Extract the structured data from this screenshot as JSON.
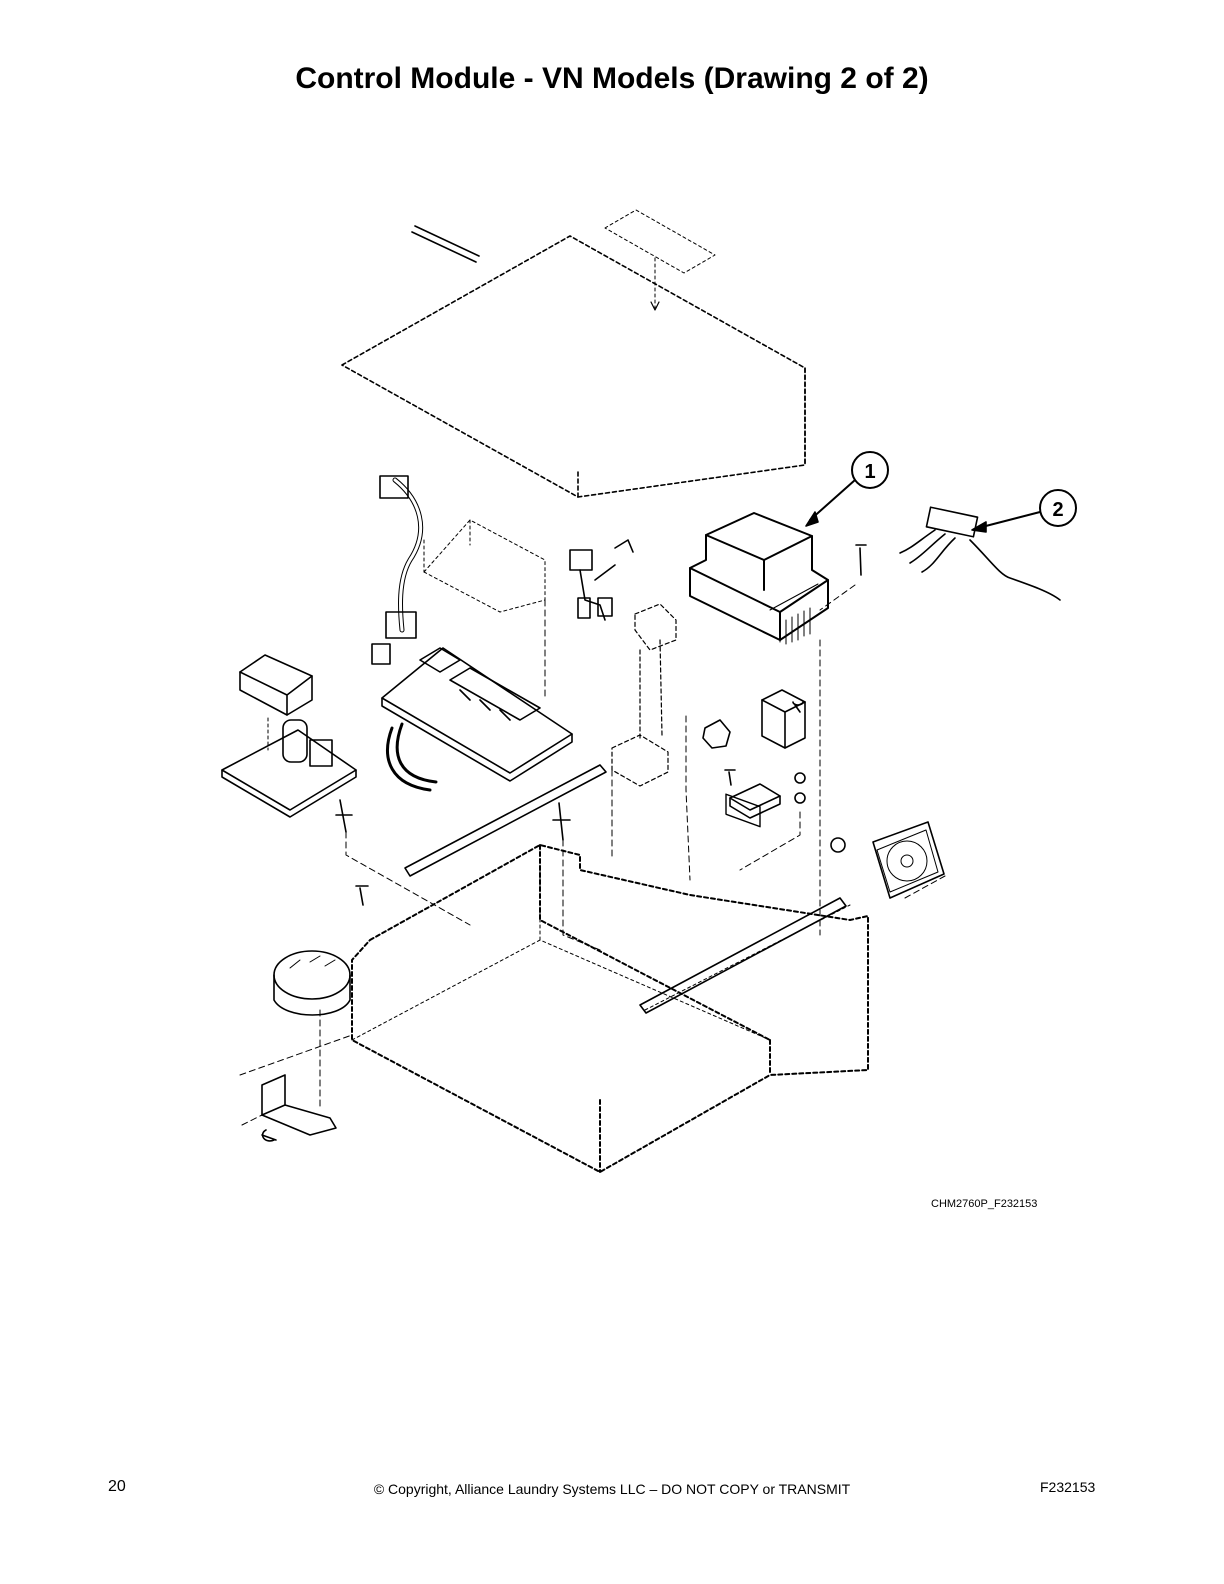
{
  "page": {
    "title": "Control Module - VN Models (Drawing 2 of 2)",
    "figure_id": "CHM2760P_F232153",
    "page_number": "20",
    "copyright": "© Copyright, Alliance Laundry Systems LLC – DO NOT COPY or TRANSMIT",
    "doc_id": "F232153"
  },
  "callouts": [
    {
      "label": "1"
    },
    {
      "label": "2"
    }
  ]
}
